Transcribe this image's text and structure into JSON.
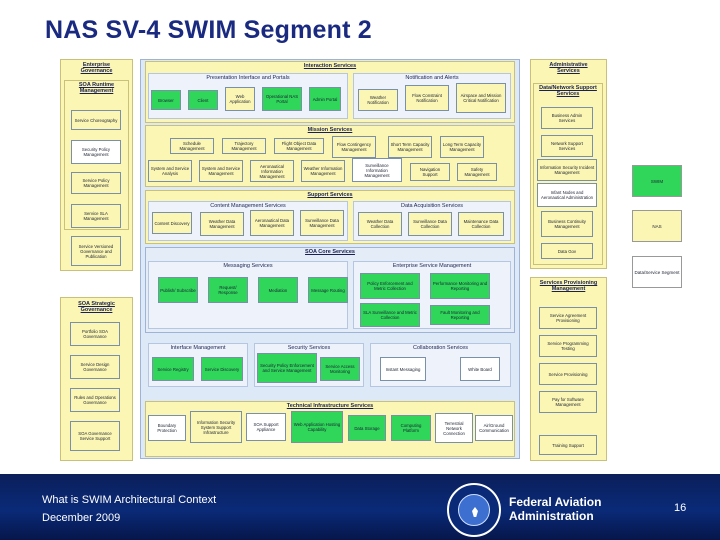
{
  "title": "NAS SV-4 SWIM Segment 2",
  "footer": {
    "line1": "What is SWIM Architectural Context",
    "line2": "December 2009",
    "org1": "Federal Aviation",
    "org2": "Administration",
    "page": "16"
  },
  "panels": {
    "enterprise": "Enterprise Governance",
    "admin": "Administrative Services",
    "interaction": "Interaction Services",
    "portal": "Presentation Interface and Portals",
    "notif": "Notification and Alerts",
    "mission": "Mission Services",
    "support": "Support Services",
    "content": "Content Management Services",
    "dataacq": "Data Acquisition Services",
    "soacore": "SOA Core Services",
    "messaging": "Messaging Services",
    "esm": "Enterprise Service Management",
    "interface": "Interface Management",
    "security": "Security Services",
    "collab": "Collaboration Services",
    "tech": "Technical Infrastructure Services",
    "datanet": "Data/Network Support Services",
    "provisioning": "Services Provisioning Management",
    "soastrat": "SOA Strategic Governance"
  },
  "boxes": {
    "soa_runtime": "SOA Runtime Management",
    "svc_choreo": "Service Choreography",
    "sec_policy": "Security Policy Management",
    "svc_policy": "Service Policy Management",
    "svc_sla": "Service SLA Management",
    "svc_versioned": "Service Versioned Governance and Publication",
    "portfolio": "Portfolio SOA Governance",
    "svc_design": "Service Design Governance",
    "rules_ops": "Rules and Operations Governance",
    "soa_gov_svc": "SOA Governance Service Support",
    "browser": "Browser",
    "client": "Client",
    "web_app": "Web Application",
    "operational_portal": "Operational NAS Portal",
    "admin_portal": "Admin Portal",
    "weather_notif": "Weather Notification",
    "flow_notif": "Flow Constraint Notification",
    "airspace_notif": "Airspace and Mission Critical Notification",
    "schedule_mgmt": "Schedule Management",
    "trajectory_mgmt": "Trajectory Management",
    "flight_object": "Flight Object Data Management",
    "flow_contingency": "Flow Contingency Management",
    "short_term": "Short Term Capacity Management",
    "long_term": "Long Term Capacity Management",
    "sys_analysis": "System and Service Analysis",
    "sys_status": "System and Service Management",
    "aeronautical": "Aeronautical Information Management",
    "weather_info": "Weather Information Management",
    "surveillance_info": "Surveillance Information Management",
    "navigation": "Navigation Support",
    "safety_mgmt": "Safety Management",
    "content_discovery": "Content Discovery",
    "weather_data": "Weather Data Management",
    "aeronautical_data": "Aeronautical Data Management",
    "surveillance_data": "Surveillance Data Management",
    "weather_collect": "Weather Data Collection",
    "surveillance_collect": "Surveillance Data Collection",
    "maintenance_collect": "Maintenance Data Collection",
    "publish": "Publish/ Subscribe",
    "request": "Request/ Response",
    "mediation": "Mediation",
    "message_routing": "Message Routing",
    "policy_enf": "Policy Enforcement and Metric Collection",
    "perf_monitor": "Performance Monitoring and Reporting",
    "sla_surveillance": "SLA Surveillance and Metric Collection",
    "fault_monitor": "Fault Monitoring and Reporting",
    "service_reg": "Service Registry",
    "service_disc": "Service Discovery",
    "sec_policy_enf": "Security Policy Enforcement and Service Management",
    "service_access": "Service Access Monitoring",
    "instant_msg": "Instant Messaging",
    "white_board": "White Board",
    "boundary_protect": "Boundary Protection",
    "info_security": "Information Security System Support Infrastructure",
    "soa_support": "SOA Support Appliance",
    "web_app_hosting": "Web Application Hosting Capability",
    "data_storage": "Data Storage",
    "computing_platform": "Computing Platform",
    "terrestrial": "Terrestrial Network Connection",
    "air_ground": "Air/Ground Communication",
    "business_admin": "Business Admin Services",
    "network_support": "Network Support Services",
    "incident_mgmt": "Information Security Incident Management",
    "time_sync": "Infant Nodes and Aeronautical Administration",
    "business_continuity": "Business Continuity Management",
    "data_gov": "Data Gov",
    "svc_sla_prov": "Service Agreement Provisioning",
    "svc_prog": "Service Programming Testing",
    "svc_prov": "Service Provisioning",
    "pay_per": "Pay for Software Management",
    "training": "Training Support"
  },
  "legend": {
    "swim": "SWIM",
    "nas": "NAS",
    "data_segment": "Data/Service Segment"
  },
  "colors": {
    "swim": "#2fd65a",
    "nas": "#fbf6b4",
    "footer": "#0a2a78",
    "title": "#1a2a80"
  }
}
